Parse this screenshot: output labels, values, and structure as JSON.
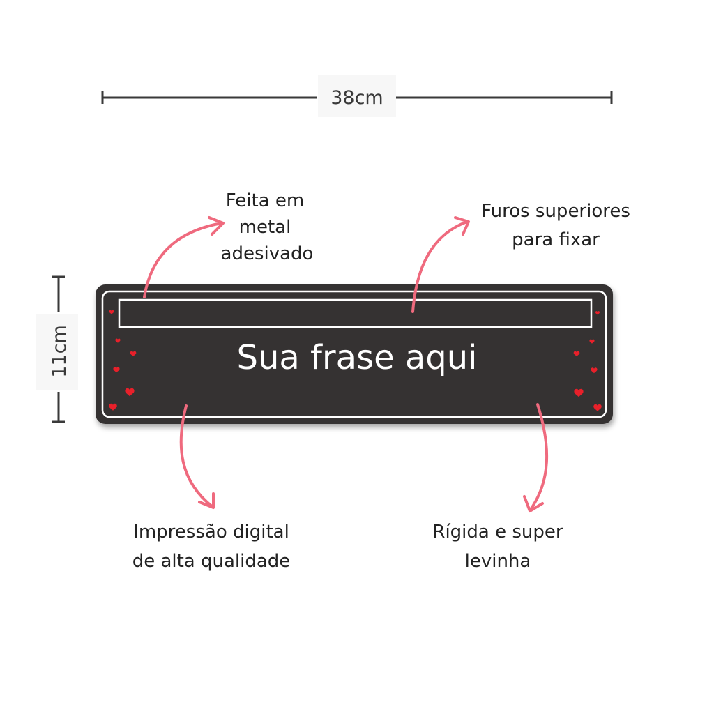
{
  "dimensions": {
    "width_label": "38cm",
    "height_label": "11cm"
  },
  "plate": {
    "text": "Sua frase aqui",
    "background_color": "#353232",
    "border_color": "#ffffff",
    "heart_color": "#e8202a"
  },
  "callouts": {
    "material": [
      "Feita em",
      "metal",
      "adesivado"
    ],
    "holes": [
      "Furos superiores",
      "para fixar"
    ],
    "print": [
      "Impressão digital",
      "de alta qualidade"
    ],
    "rigid": [
      "Rígida e super",
      "levinha"
    ]
  },
  "arrow_color": "#ef6a7e",
  "dimension_line_color": "#3a3a3a",
  "icons": [
    "heart-icon",
    "arrow-icon"
  ]
}
